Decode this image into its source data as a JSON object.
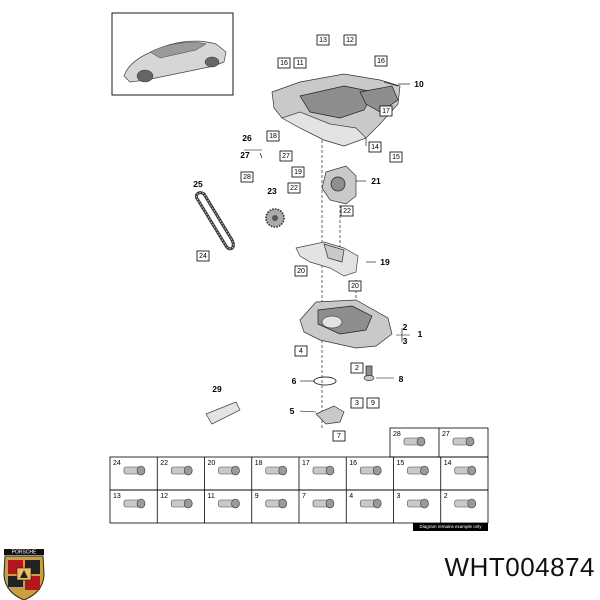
{
  "diagram": {
    "callouts_boxed": [
      "13",
      "12",
      "16",
      "11",
      "16",
      "17",
      "18",
      "14",
      "15",
      "27",
      "19",
      "28",
      "22",
      "22",
      "24",
      "20",
      "20",
      "4",
      "2",
      "3",
      "9",
      "7"
    ],
    "callouts_plain": [
      "10",
      "26",
      "27",
      "25",
      "23",
      "21",
      "19",
      "1",
      "2",
      "3",
      "6",
      "8",
      "5",
      "29"
    ],
    "legend": {
      "row_top": [
        "28",
        "27"
      ],
      "row_mid": [
        "24",
        "22",
        "20",
        "18",
        "17",
        "16",
        "15",
        "14"
      ],
      "row_bottom": [
        "13",
        "12",
        "11",
        "9",
        "7",
        "4",
        "3",
        "2"
      ],
      "note": "Diagram remains example only"
    }
  },
  "brand": {
    "logo_text": "PORSCHE",
    "part_number": "WHT004874"
  },
  "colors": {
    "ink": "#000000",
    "part_fill": "#c9c9c9",
    "part_dark": "#8e8e8e",
    "logo_red": "#b5161d",
    "logo_gold": "#c8a040"
  }
}
